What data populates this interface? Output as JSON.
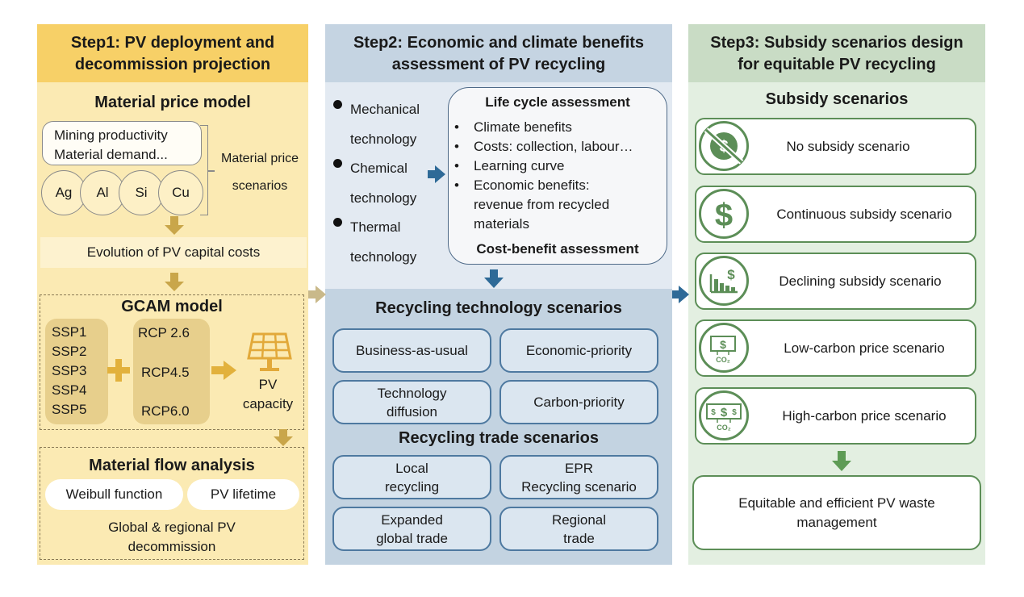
{
  "step1": {
    "title_line1": "Step1: PV deployment and",
    "title_line2": "decommission projection",
    "material_price_model": "Material price model",
    "factor_line1": "Mining productivity",
    "factor_line2": "Material demand...",
    "elements": [
      "Ag",
      "Al",
      "Si",
      "Cu"
    ],
    "scenarios_label_line1": "Material price",
    "scenarios_label_line2": "scenarios",
    "capital_costs": "Evolution of PV capital costs",
    "gcam_title": "GCAM model",
    "ssp": [
      "SSP1",
      "SSP2",
      "SSP3",
      "SSP4",
      "SSP5"
    ],
    "rcp": [
      "RCP 2.6",
      "RCP4.5",
      "RCP6.0"
    ],
    "pv_label_line1": "PV",
    "pv_label_line2": "capacity",
    "mfa_title": "Material flow analysis",
    "weibull": "Weibull function",
    "lifetime": "PV lifetime",
    "decom_line1": "Global & regional PV",
    "decom_line2": "decommission"
  },
  "step2": {
    "title_line1": "Step2: Economic and climate benefits",
    "title_line2": "assessment of PV recycling",
    "technologies": [
      [
        "Mechanical",
        "technology"
      ],
      [
        "Chemical",
        "technology"
      ],
      [
        "Thermal",
        "technology"
      ]
    ],
    "lca_title": "Life cycle assessment",
    "lca_items": [
      "Climate benefits",
      "Costs: collection, labour…",
      "Learning curve",
      "Economic benefits:"
    ],
    "lca_cont": [
      "revenue from recycled",
      "materials"
    ],
    "cba_title": "Cost-benefit assessment",
    "tech_scen_title": "Recycling technology scenarios",
    "tech_scen": [
      "Business-as-usual",
      "Economic-priority",
      "Technology",
      "diffusion",
      "Carbon-priority"
    ],
    "trade_scen_title": "Recycling trade scenarios",
    "trade_scen": [
      "Local",
      "recycling",
      "EPR",
      "Recycling scenario",
      "Expanded",
      "global trade",
      "Regional",
      "trade"
    ]
  },
  "step3": {
    "title_line1": "Step3: Subsidy scenarios design",
    "title_line2": "for equitable PV recycling",
    "subsidy_title": "Subsidy scenarios",
    "scenarios": [
      "No subsidy scenario",
      "Continuous subsidy scenario",
      "Declining subsidy scenario",
      "Low-carbon price scenario",
      "High-carbon price scenario"
    ],
    "final_line1": "Equitable and efficient PV waste",
    "final_line2": "management"
  },
  "icons": [
    "no-dollar-icon",
    "dollar-icon",
    "bar-chart-dollar-icon",
    "banknote-co2-icon",
    "banknotes-co2-icon",
    "solar-panel-icon"
  ],
  "colors": {
    "step1_header": "#f7d067",
    "step1_body": "#fbeab3",
    "step2_header": "#c5d4e2",
    "step2_body": "#e3eaf2",
    "step3_header": "#c9dcc5",
    "step3_body": "#e3efe1",
    "blue_arrow": "#2e6a97",
    "green_arrow": "#5e9b55",
    "gold_arrow": "#c9a64a"
  },
  "co2_label": "CO₂",
  "dollar": "$"
}
